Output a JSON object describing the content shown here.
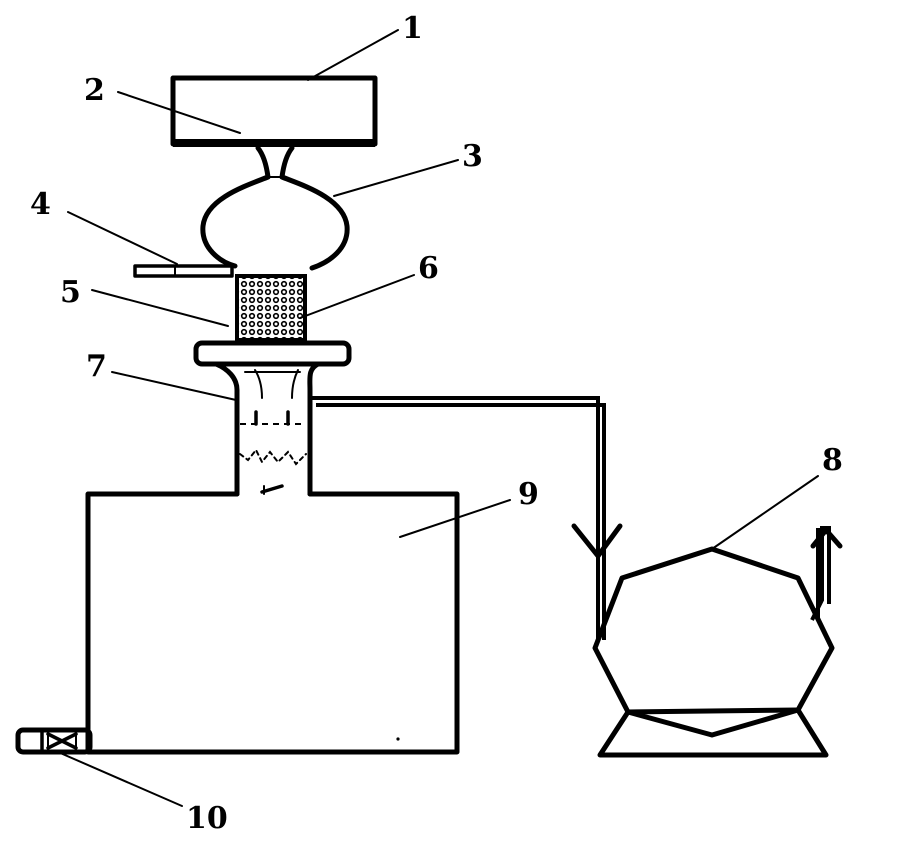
{
  "labels": {
    "l1": "1",
    "l2": "2",
    "l3": "3",
    "l4": "4",
    "l5": "5",
    "l6": "6",
    "l7": "7",
    "l8": "8",
    "l9": "9",
    "l10": "10"
  },
  "colors": {
    "stroke": "#000000",
    "background": "#ffffff"
  }
}
